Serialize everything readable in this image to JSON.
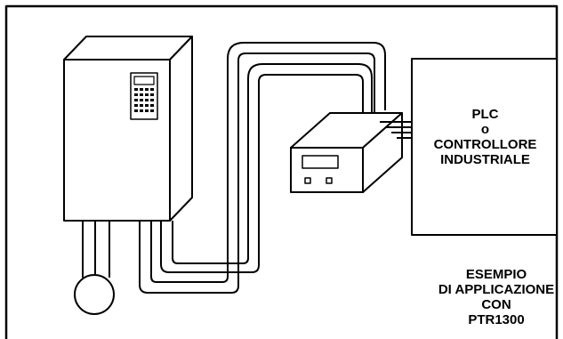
{
  "plc_label": {
    "line1": "PLC",
    "line2": "o",
    "line3": "CONTROLLORE",
    "line4": "INDUSTRIALE"
  },
  "caption": {
    "line1": "ESEMPIO",
    "line2": "DI APPLICAZIONE",
    "line3": "CON",
    "line4": "PTR1300"
  }
}
